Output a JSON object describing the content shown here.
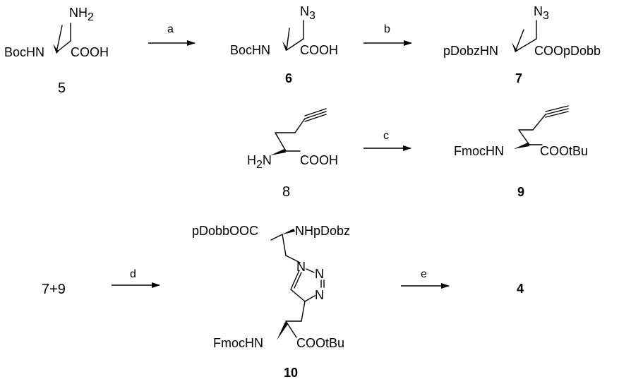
{
  "reaction_scheme": {
    "compounds": {
      "c5": {
        "number": "5",
        "amine": "NH",
        "amine_sub": "2",
        "nh": "BocHN",
        "acid": "COOH"
      },
      "c6": {
        "number": "6",
        "azide": "N",
        "azide_sub": "3",
        "nh": "BocHN",
        "acid": "COOH"
      },
      "c7": {
        "number": "7",
        "azide": "N",
        "azide_sub": "3",
        "nh": "pDobzHN",
        "ester": "COOpDobb"
      },
      "c8": {
        "number": "8",
        "amine": "H",
        "amine_sub": "2",
        "amine_n": "N",
        "acid": "COOH"
      },
      "c9": {
        "number": "9",
        "nh": "FmocHN",
        "ester": "COOtBu"
      },
      "c10": {
        "number": "10",
        "top_ester": "pDobbOOC",
        "top_nh": "NHpDobz",
        "n1": "N",
        "n2": "N",
        "n3": "N",
        "bottom_nh": "FmocHN",
        "bottom_ester": "COOtBu"
      },
      "c4": {
        "number": "4"
      }
    },
    "reactants_d": "7+9",
    "arrows": [
      {
        "label": "a"
      },
      {
        "label": "b"
      },
      {
        "label": "c"
      },
      {
        "label": "d"
      },
      {
        "label": "e"
      }
    ]
  }
}
